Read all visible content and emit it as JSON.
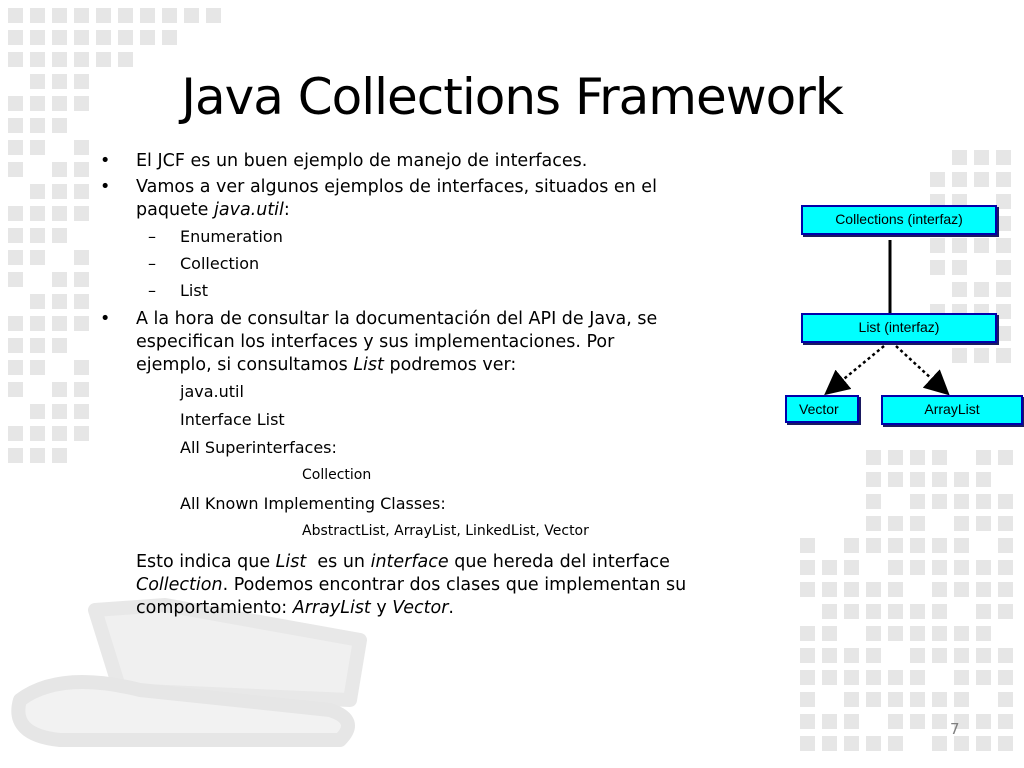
{
  "slide": {
    "title": "Java Collections Framework",
    "page_number": "7"
  },
  "content": {
    "b1": "El JCF es un buen ejemplo de manejo de interfaces.",
    "b2_line1": "Vamos a ver algunos ejemplos de interfaces, situados en el",
    "b2_prefix": "paquete ",
    "b2_pkg": "java.util",
    "b2_suffix": ":",
    "sub_items": [
      "Enumeration",
      "Collection",
      "List"
    ],
    "b3_line1": "A la hora de consultar la documentación del API de Java, se",
    "b3_line2": "especifican los interfaces y sus implementaciones. Por",
    "b3_prefix": "ejemplo, si consultamos ",
    "b3_list": "List",
    "b3_suffix": " podremos ver:",
    "doc_package": "java.util",
    "doc_interface": "Interface List",
    "doc_superinterfaces_label": "All Superinterfaces:",
    "doc_superinterfaces_value": "Collection",
    "doc_impl_label": "All Known Implementing Classes:",
    "doc_impl_value": "AbstractList, ArrayList, LinkedList, Vector",
    "p_a": "Esto indica que ",
    "p_list": "List",
    "p_b": "  es un ",
    "p_interface": "interface",
    "p_c": " que hereda del interface",
    "p_collection": "Collection",
    "p_d": ". Podemos encontrar dos clases que implementan su",
    "p_e": "comportamiento: ",
    "p_arraylist": "ArrayList",
    "p_f": " y ",
    "p_vector": "Vector",
    "p_g": ".",
    "bullet_symbol": "•",
    "dash_symbol": "–"
  },
  "diagram": {
    "collections_box": "Collections (interfaz)",
    "list_box": "List (interfaz)",
    "vector_box": "Vector",
    "arraylist_box": "ArrayList",
    "box_fill": "#00FFFF",
    "box_border": "#0000AA"
  },
  "theme": {
    "background": "#FFFFFF",
    "decor_squares": "#E6E6E6",
    "decor_monitor": "#EDEDED"
  }
}
